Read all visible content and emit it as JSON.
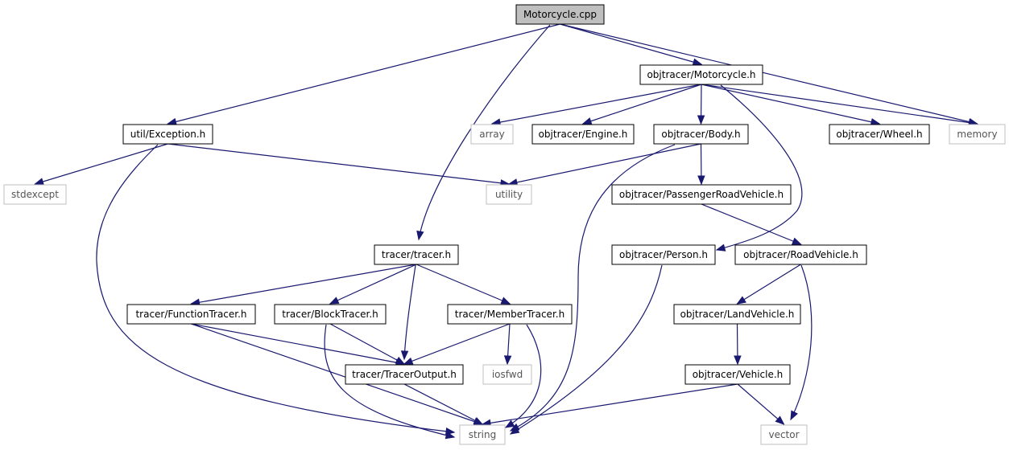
{
  "nodes": {
    "motorcycle_cpp": {
      "label": "Motorcycle.cpp",
      "kind": "root"
    },
    "objtracer_motorcycle_h": {
      "label": "objtracer/Motorcycle.h",
      "kind": "local"
    },
    "util_exception_h": {
      "label": "util/Exception.h",
      "kind": "local"
    },
    "array": {
      "label": "array",
      "kind": "system"
    },
    "objtracer_engine_h": {
      "label": "objtracer/Engine.h",
      "kind": "local"
    },
    "objtracer_body_h": {
      "label": "objtracer/Body.h",
      "kind": "local"
    },
    "objtracer_wheel_h": {
      "label": "objtracer/Wheel.h",
      "kind": "local"
    },
    "memory": {
      "label": "memory",
      "kind": "system"
    },
    "stdexcept": {
      "label": "stdexcept",
      "kind": "system"
    },
    "utility": {
      "label": "utility",
      "kind": "system"
    },
    "objtracer_passengerroadvehicle_h": {
      "label": "objtracer/PassengerRoadVehicle.h",
      "kind": "local"
    },
    "tracer_tracer_h": {
      "label": "tracer/tracer.h",
      "kind": "local"
    },
    "objtracer_person_h": {
      "label": "objtracer/Person.h",
      "kind": "local"
    },
    "objtracer_roadvehicle_h": {
      "label": "objtracer/RoadVehicle.h",
      "kind": "local"
    },
    "tracer_functiontracer_h": {
      "label": "tracer/FunctionTracer.h",
      "kind": "local"
    },
    "tracer_blocktracer_h": {
      "label": "tracer/BlockTracer.h",
      "kind": "local"
    },
    "tracer_membertracer_h": {
      "label": "tracer/MemberTracer.h",
      "kind": "local"
    },
    "objtracer_landvehicle_h": {
      "label": "objtracer/LandVehicle.h",
      "kind": "local"
    },
    "tracer_traceroutput_h": {
      "label": "tracer/TracerOutput.h",
      "kind": "local"
    },
    "iosfwd": {
      "label": "iosfwd",
      "kind": "system"
    },
    "objtracer_vehicle_h": {
      "label": "objtracer/Vehicle.h",
      "kind": "local"
    },
    "string": {
      "label": "string",
      "kind": "system"
    },
    "vector": {
      "label": "vector",
      "kind": "system"
    }
  },
  "edges": [
    [
      "motorcycle_cpp",
      "objtracer_motorcycle_h"
    ],
    [
      "motorcycle_cpp",
      "util_exception_h"
    ],
    [
      "motorcycle_cpp",
      "tracer_tracer_h"
    ],
    [
      "motorcycle_cpp",
      "memory"
    ],
    [
      "objtracer_motorcycle_h",
      "array"
    ],
    [
      "objtracer_motorcycle_h",
      "objtracer_engine_h"
    ],
    [
      "objtracer_motorcycle_h",
      "objtracer_body_h"
    ],
    [
      "objtracer_motorcycle_h",
      "objtracer_wheel_h"
    ],
    [
      "objtracer_motorcycle_h",
      "memory"
    ],
    [
      "objtracer_motorcycle_h",
      "objtracer_person_h"
    ],
    [
      "util_exception_h",
      "stdexcept"
    ],
    [
      "util_exception_h",
      "utility"
    ],
    [
      "util_exception_h",
      "string"
    ],
    [
      "objtracer_body_h",
      "utility"
    ],
    [
      "objtracer_body_h",
      "objtracer_passengerroadvehicle_h"
    ],
    [
      "objtracer_body_h",
      "string"
    ],
    [
      "objtracer_passengerroadvehicle_h",
      "objtracer_roadvehicle_h"
    ],
    [
      "tracer_tracer_h",
      "tracer_functiontracer_h"
    ],
    [
      "tracer_tracer_h",
      "tracer_blocktracer_h"
    ],
    [
      "tracer_tracer_h",
      "tracer_membertracer_h"
    ],
    [
      "tracer_tracer_h",
      "tracer_traceroutput_h"
    ],
    [
      "objtracer_person_h",
      "string"
    ],
    [
      "objtracer_roadvehicle_h",
      "objtracer_landvehicle_h"
    ],
    [
      "objtracer_roadvehicle_h",
      "vector"
    ],
    [
      "tracer_functiontracer_h",
      "tracer_traceroutput_h"
    ],
    [
      "tracer_functiontracer_h",
      "string"
    ],
    [
      "tracer_blocktracer_h",
      "tracer_traceroutput_h"
    ],
    [
      "tracer_blocktracer_h",
      "string"
    ],
    [
      "tracer_membertracer_h",
      "tracer_traceroutput_h"
    ],
    [
      "tracer_membertracer_h",
      "iosfwd"
    ],
    [
      "tracer_membertracer_h",
      "string"
    ],
    [
      "objtracer_landvehicle_h",
      "objtracer_vehicle_h"
    ],
    [
      "tracer_traceroutput_h",
      "string"
    ],
    [
      "objtracer_vehicle_h",
      "string"
    ],
    [
      "objtracer_vehicle_h",
      "vector"
    ]
  ],
  "colors": {
    "edge": "#191970",
    "local_border": "#000000",
    "system_border": "#bfbfbf",
    "root_fill": "#bfbfbf",
    "local_fill": "#ffffff"
  }
}
